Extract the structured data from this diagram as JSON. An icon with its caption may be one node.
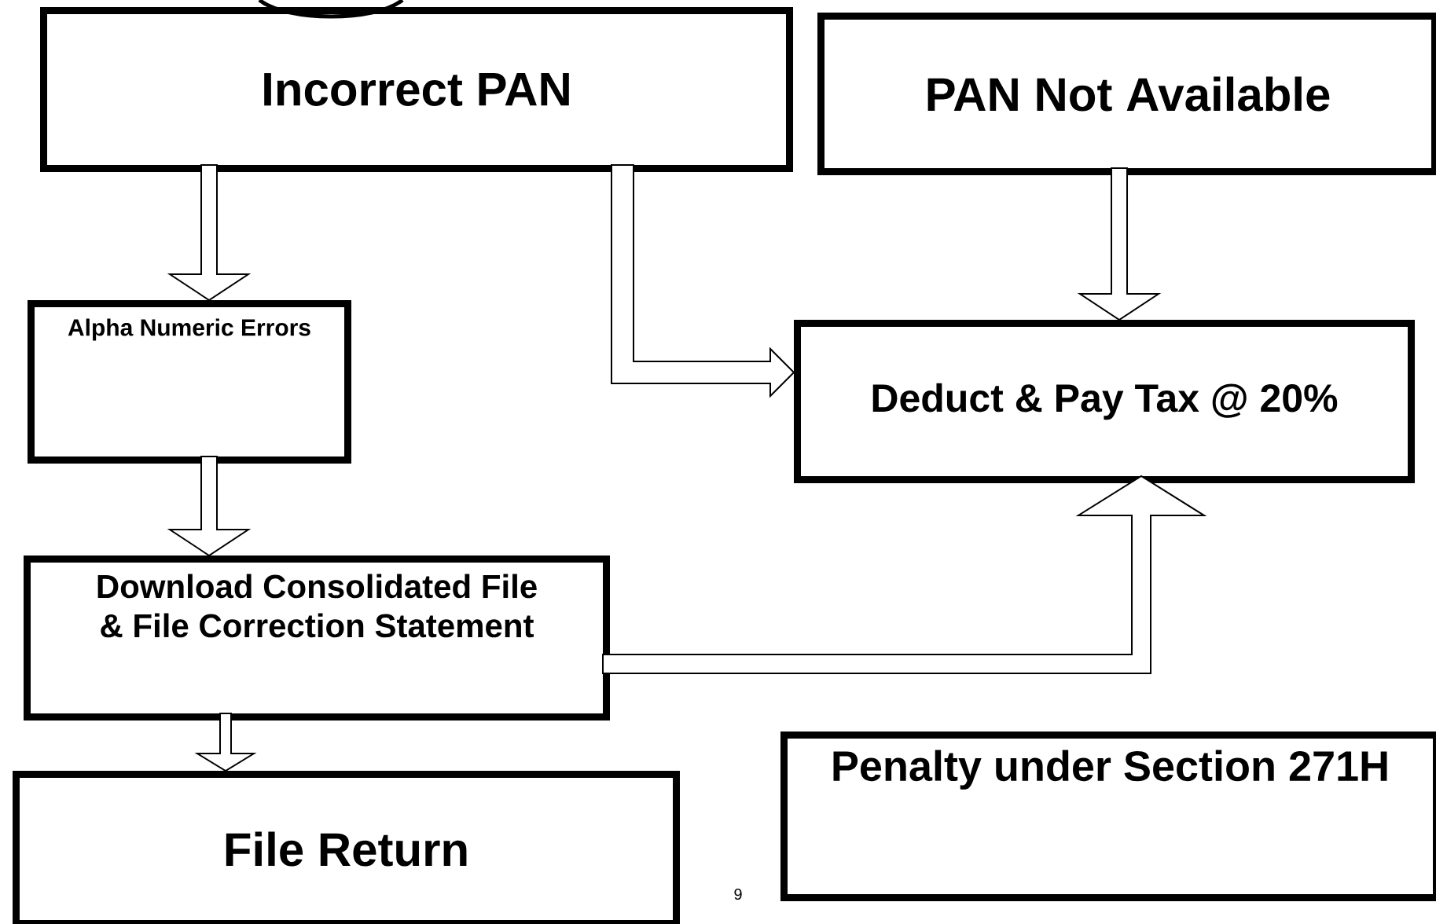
{
  "diagram": {
    "nodes": [
      {
        "text": [
          "Incorrect PAN"
        ]
      },
      {
        "text": [
          "PAN Not Available"
        ]
      },
      {
        "text": [
          "Alpha Numeric Errors"
        ]
      },
      {
        "text": [
          "Deduct & Pay Tax @ 20%"
        ]
      },
      {
        "text": [
          "Download Consolidated File & File Correction Statement"
        ]
      },
      {
        "text": [
          "File Return"
        ]
      },
      {
        "text": [
          "Penalty under Section 271H"
        ]
      }
    ],
    "edges": [
      {
        "from": 0,
        "to": 2,
        "arrow": "to"
      },
      {
        "from": 0,
        "to": 3,
        "arrow": "to"
      },
      {
        "from": 1,
        "to": 3,
        "arrow": "to"
      },
      {
        "from": 2,
        "to": 4,
        "arrow": "to"
      },
      {
        "from": 4,
        "to": 3,
        "arrow": "to"
      },
      {
        "from": 4,
        "to": 5,
        "arrow": "to"
      }
    ],
    "labels": [
      "9"
    ]
  }
}
